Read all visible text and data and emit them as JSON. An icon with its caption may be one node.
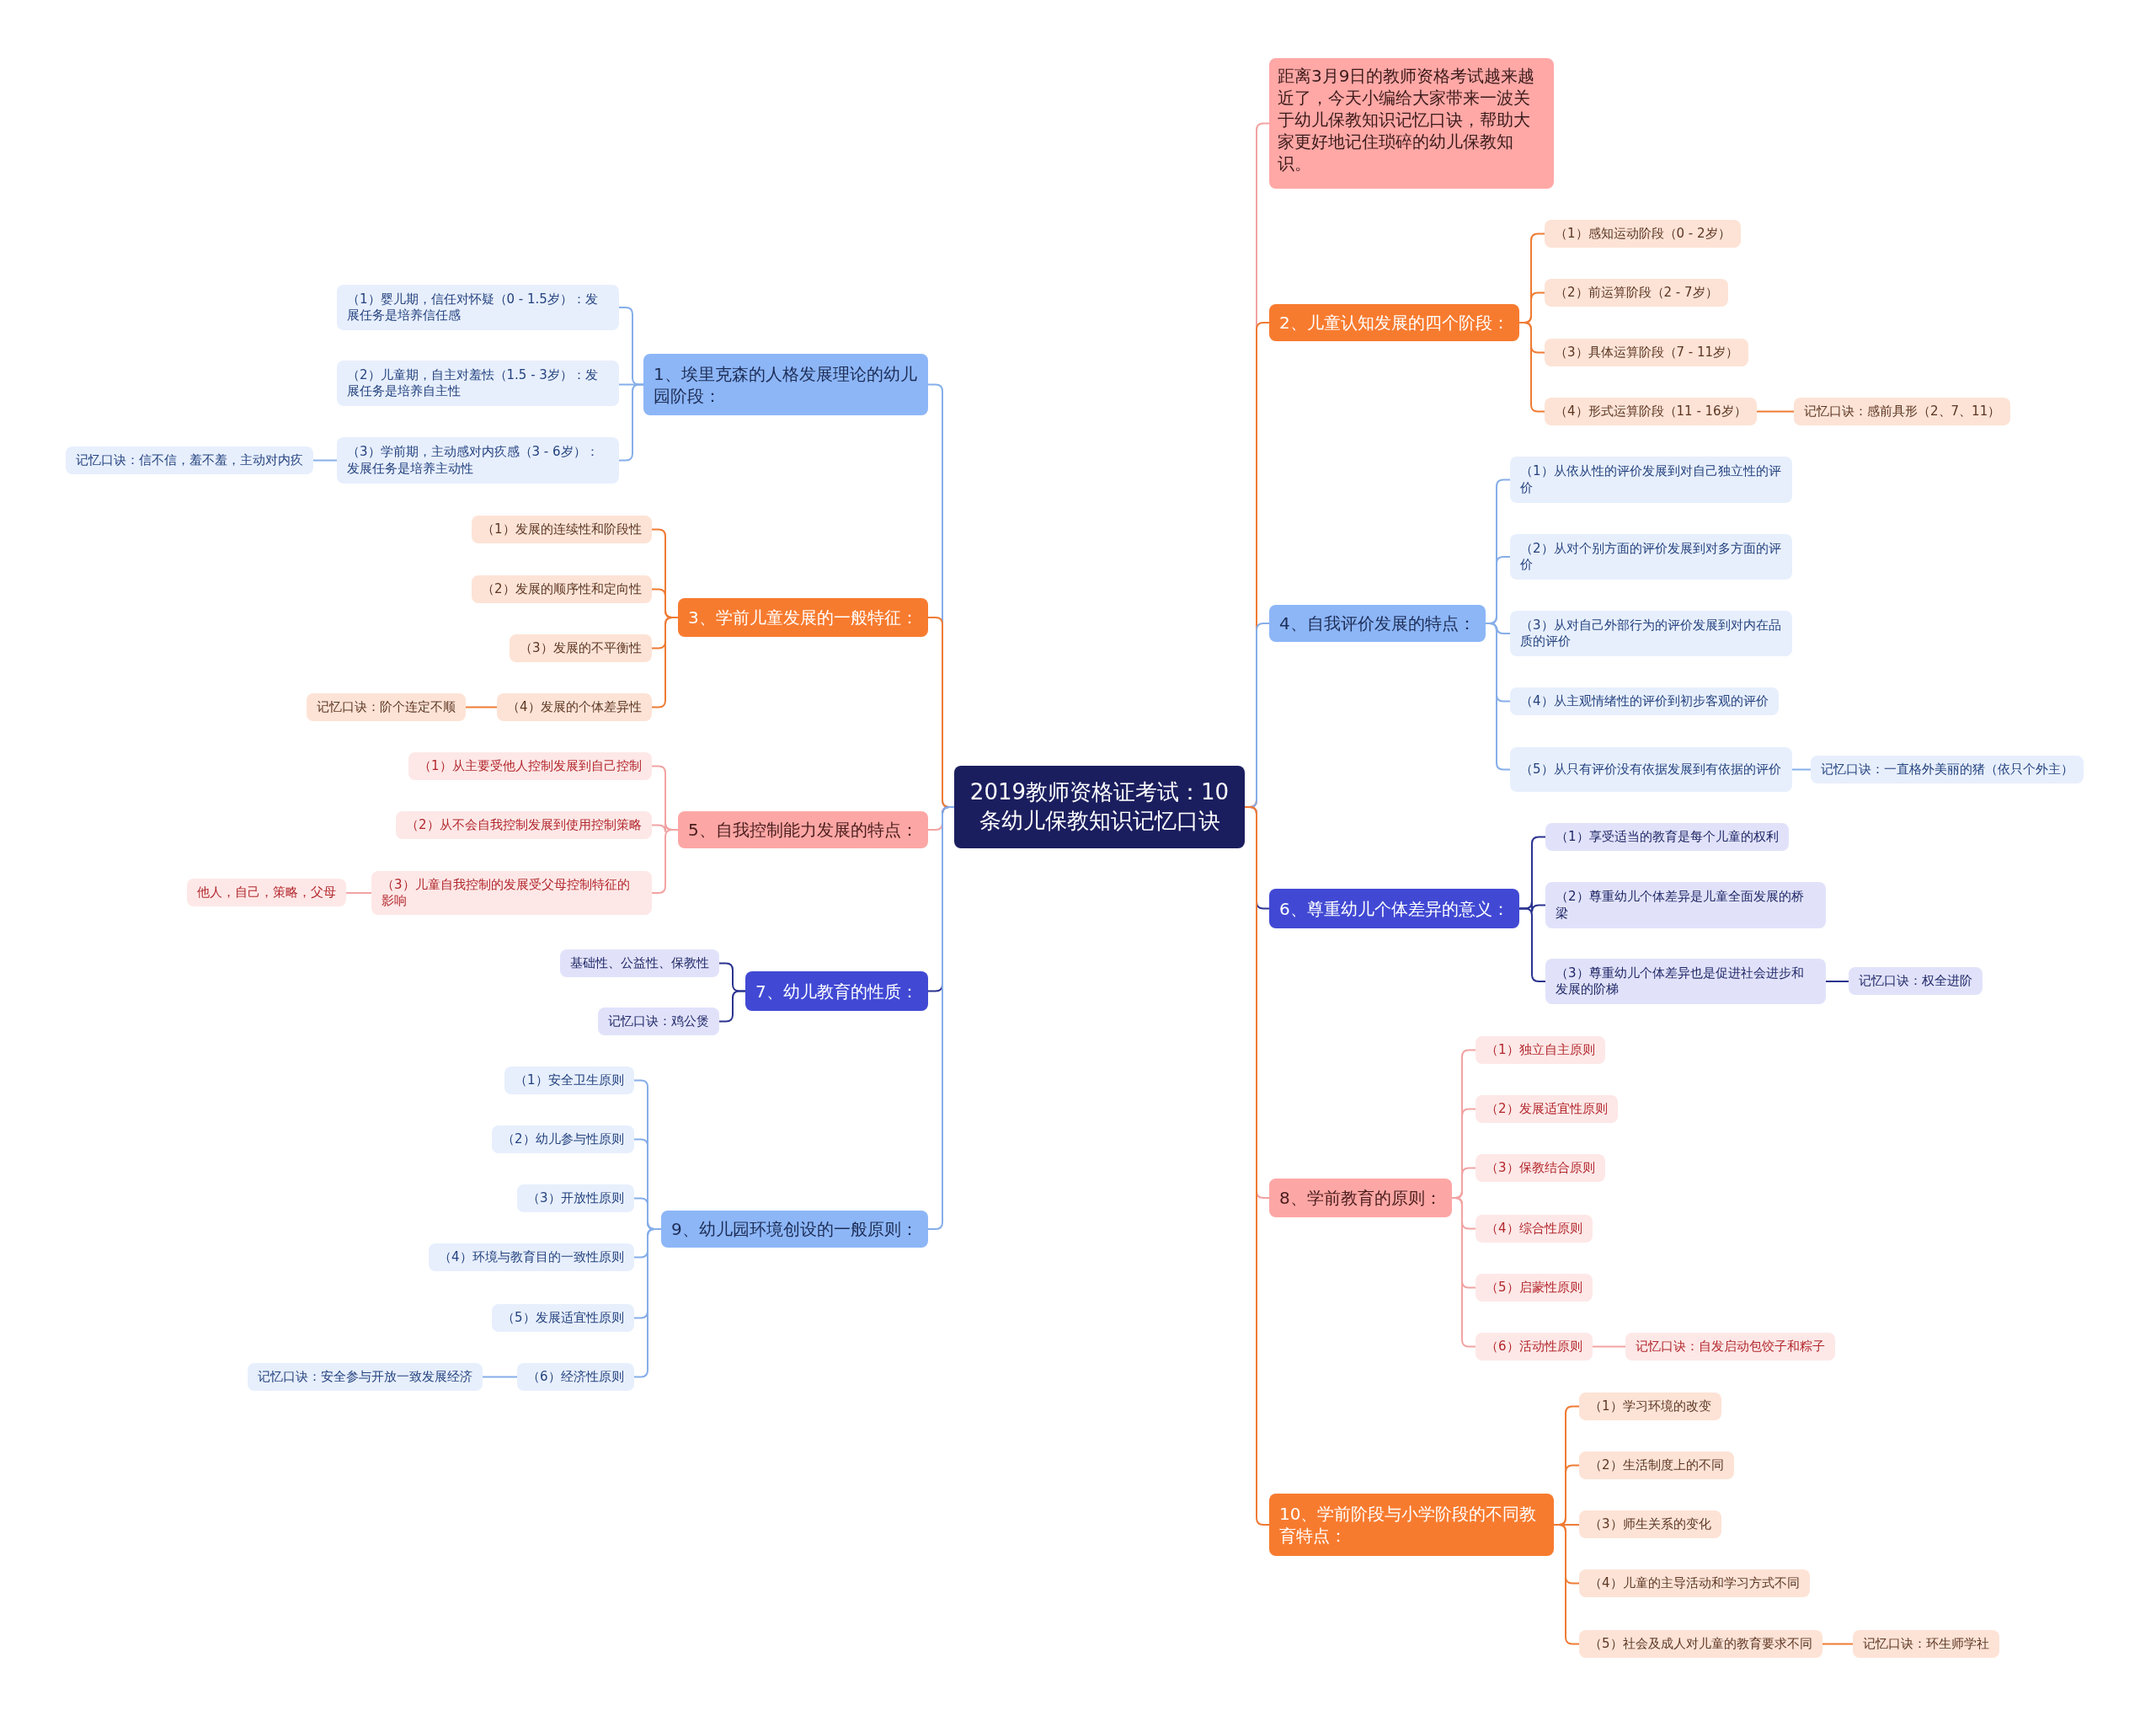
{
  "diagram": {
    "nodes": [
      {
        "text": [
          "2019教师资格证考试：10条幼儿保教知识记忆口诀"
        ]
      },
      {
        "text": [
          "距离3月9日的教师资格考试越来越近了，今天小编给大家带来一波关于幼儿保教知识记忆口诀，帮助大家更好地记住琐碎的幼儿保教知识。"
        ]
      },
      {
        "text": [
          "1、埃里克森的人格发展理论的幼儿园阶段："
        ]
      },
      {
        "text": [
          "（1）婴儿期，信任对怀疑（0 - 1.5岁）：发展任务是培养信任感"
        ]
      },
      {
        "text": [
          "（2）儿童期，自主对羞怯（1.5 - 3岁）：发展任务是培养自主性"
        ]
      },
      {
        "text": [
          "（3）学前期，主动感对内疚感（3 - 6岁）：发展任务是培养主动性"
        ]
      },
      {
        "text": [
          "记忆口诀：信不信，羞不羞，主动对内疚"
        ]
      },
      {
        "text": [
          "2、儿童认知发展的四个阶段："
        ]
      },
      {
        "text": [
          "（1）感知运动阶段（0 - 2岁）"
        ]
      },
      {
        "text": [
          "（2）前运算阶段（2 - 7岁）"
        ]
      },
      {
        "text": [
          "（3）具体运算阶段（7 - 11岁）"
        ]
      },
      {
        "text": [
          "（4）形式运算阶段（11 - 16岁）"
        ]
      },
      {
        "text": [
          "记忆口诀：感前具形（2、7、11）"
        ]
      },
      {
        "text": [
          "3、学前儿童发展的一般特征："
        ]
      },
      {
        "text": [
          "（1）发展的连续性和阶段性"
        ]
      },
      {
        "text": [
          "（2）发展的顺序性和定向性"
        ]
      },
      {
        "text": [
          "（3）发展的不平衡性"
        ]
      },
      {
        "text": [
          "（4）发展的个体差异性"
        ]
      },
      {
        "text": [
          "记忆口诀：阶个连定不顺"
        ]
      },
      {
        "text": [
          "4、自我评价发展的特点："
        ]
      },
      {
        "text": [
          "（1）从依从性的评价发展到对自己独立性的评价"
        ]
      },
      {
        "text": [
          "（2）从对个别方面的评价发展到对多方面的评价"
        ]
      },
      {
        "text": [
          "（3）从对自己外部行为的评价发展到对内在品质的评价"
        ]
      },
      {
        "text": [
          "（4）从主观情绪性的评价到初步客观的评价"
        ]
      },
      {
        "text": [
          "（5）从只有评价没有依据发展到有依据的评价"
        ]
      },
      {
        "text": [
          "记忆口诀：一直格外美丽的猪（依只个外主）"
        ]
      },
      {
        "text": [
          "5、自我控制能力发展的特点："
        ]
      },
      {
        "text": [
          "（1）从主要受他人控制发展到自己控制"
        ]
      },
      {
        "text": [
          "（2）从不会自我控制发展到使用控制策略"
        ]
      },
      {
        "text": [
          "（3）儿童自我控制的发展受父母控制特征的影响"
        ]
      },
      {
        "text": [
          "他人，自己，策略，父母"
        ]
      },
      {
        "text": [
          "6、尊重幼儿个体差异的意义："
        ]
      },
      {
        "text": [
          "（1）享受适当的教育是每个儿童的权利"
        ]
      },
      {
        "text": [
          "（2）尊重幼儿个体差异是儿童全面发展的桥梁"
        ]
      },
      {
        "text": [
          "（3）尊重幼儿个体差异也是促进社会进步和发展的阶梯"
        ]
      },
      {
        "text": [
          "记忆口诀：权全进阶"
        ]
      },
      {
        "text": [
          "7、幼儿教育的性质："
        ]
      },
      {
        "text": [
          "基础性、公益性、保教性"
        ]
      },
      {
        "text": [
          "记忆口诀：鸡公煲"
        ]
      },
      {
        "text": [
          "8、学前教育的原则："
        ]
      },
      {
        "text": [
          "（1）独立自主原则"
        ]
      },
      {
        "text": [
          "（2）发展适宜性原则"
        ]
      },
      {
        "text": [
          "（3）保教结合原则"
        ]
      },
      {
        "text": [
          "（4）综合性原则"
        ]
      },
      {
        "text": [
          "（5）启蒙性原则"
        ]
      },
      {
        "text": [
          "（6）活动性原则"
        ]
      },
      {
        "text": [
          "记忆口诀：自发启动包饺子和粽子"
        ]
      },
      {
        "text": [
          "9、幼儿园环境创设的一般原则："
        ]
      },
      {
        "text": [
          "（1）安全卫生原则"
        ]
      },
      {
        "text": [
          "（2）幼儿参与性原则"
        ]
      },
      {
        "text": [
          "（3）开放性原则"
        ]
      },
      {
        "text": [
          "（4）环境与教育目的一致性原则"
        ]
      },
      {
        "text": [
          "（5）发展适宜性原则"
        ]
      },
      {
        "text": [
          "（6）经济性原则"
        ]
      },
      {
        "text": [
          "记忆口诀：安全参与开放一致发展经济"
        ]
      },
      {
        "text": [
          "10、学前阶段与小学阶段的不同教育特点："
        ]
      },
      {
        "text": [
          "（1）学习环境的改变"
        ]
      },
      {
        "text": [
          "（2）生活制度上的不同"
        ]
      },
      {
        "text": [
          "（3）师生关系的变化"
        ]
      },
      {
        "text": [
          "（4）儿童的主导活动和学习方式不同"
        ]
      },
      {
        "text": [
          "（5）社会及成人对儿童的教育要求不同"
        ]
      },
      {
        "text": [
          "记忆口诀：环生师学社"
        ]
      }
    ],
    "edges": [
      {
        "from": 0,
        "to": 1,
        "arrow": "none",
        "color": "#f2a3a3"
      },
      {
        "from": 0,
        "to": 2,
        "arrow": "none",
        "color": "#86aee9"
      },
      {
        "from": 2,
        "to": 3,
        "arrow": "none",
        "color": "#86aee9"
      },
      {
        "from": 2,
        "to": 4,
        "arrow": "none",
        "color": "#86aee9"
      },
      {
        "from": 2,
        "to": 5,
        "arrow": "none",
        "color": "#86aee9"
      },
      {
        "from": 5,
        "to": 6,
        "arrow": "none",
        "color": "#86aee9"
      },
      {
        "from": 0,
        "to": 7,
        "arrow": "none",
        "color": "#ef7b34"
      },
      {
        "from": 7,
        "to": 8,
        "arrow": "none",
        "color": "#ef7b34"
      },
      {
        "from": 7,
        "to": 9,
        "arrow": "none",
        "color": "#ef7b34"
      },
      {
        "from": 7,
        "to": 10,
        "arrow": "none",
        "color": "#ef7b34"
      },
      {
        "from": 7,
        "to": 11,
        "arrow": "none",
        "color": "#ef7b34"
      },
      {
        "from": 11,
        "to": 12,
        "arrow": "none",
        "color": "#ef7b34"
      },
      {
        "from": 0,
        "to": 13,
        "arrow": "none",
        "color": "#ef7b34"
      },
      {
        "from": 13,
        "to": 14,
        "arrow": "none",
        "color": "#ef7b34"
      },
      {
        "from": 13,
        "to": 15,
        "arrow": "none",
        "color": "#ef7b34"
      },
      {
        "from": 13,
        "to": 16,
        "arrow": "none",
        "color": "#ef7b34"
      },
      {
        "from": 13,
        "to": 17,
        "arrow": "none",
        "color": "#ef7b34"
      },
      {
        "from": 17,
        "to": 18,
        "arrow": "none",
        "color": "#ef7b34"
      },
      {
        "from": 0,
        "to": 19,
        "arrow": "none",
        "color": "#86aee9"
      },
      {
        "from": 19,
        "to": 20,
        "arrow": "none",
        "color": "#86aee9"
      },
      {
        "from": 19,
        "to": 21,
        "arrow": "none",
        "color": "#86aee9"
      },
      {
        "from": 19,
        "to": 22,
        "arrow": "none",
        "color": "#86aee9"
      },
      {
        "from": 19,
        "to": 23,
        "arrow": "none",
        "color": "#86aee9"
      },
      {
        "from": 19,
        "to": 24,
        "arrow": "none",
        "color": "#86aee9"
      },
      {
        "from": 24,
        "to": 25,
        "arrow": "none",
        "color": "#86aee9"
      },
      {
        "from": 0,
        "to": 26,
        "arrow": "none",
        "color": "#f2a3a3"
      },
      {
        "from": 26,
        "to": 27,
        "arrow": "none",
        "color": "#f2a3a3"
      },
      {
        "from": 26,
        "to": 28,
        "arrow": "none",
        "color": "#f2a3a3"
      },
      {
        "from": 26,
        "to": 29,
        "arrow": "none",
        "color": "#f2a3a3"
      },
      {
        "from": 29,
        "to": 30,
        "arrow": "none",
        "color": "#f2a3a3"
      },
      {
        "from": 0,
        "to": 31,
        "arrow": "none",
        "color": "#2b338f"
      },
      {
        "from": 31,
        "to": 32,
        "arrow": "none",
        "color": "#2b338f"
      },
      {
        "from": 31,
        "to": 33,
        "arrow": "none",
        "color": "#2b338f"
      },
      {
        "from": 31,
        "to": 34,
        "arrow": "none",
        "color": "#2b338f"
      },
      {
        "from": 34,
        "to": 35,
        "arrow": "none",
        "color": "#2b338f"
      },
      {
        "from": 0,
        "to": 36,
        "arrow": "none",
        "color": "#2b338f"
      },
      {
        "from": 36,
        "to": 37,
        "arrow": "none",
        "color": "#2b338f"
      },
      {
        "from": 36,
        "to": 38,
        "arrow": "none",
        "color": "#2b338f"
      },
      {
        "from": 0,
        "to": 39,
        "arrow": "none",
        "color": "#f2a3a3"
      },
      {
        "from": 39,
        "to": 40,
        "arrow": "none",
        "color": "#f2a3a3"
      },
      {
        "from": 39,
        "to": 41,
        "arrow": "none",
        "color": "#f2a3a3"
      },
      {
        "from": 39,
        "to": 42,
        "arrow": "none",
        "color": "#f2a3a3"
      },
      {
        "from": 39,
        "to": 43,
        "arrow": "none",
        "color": "#f2a3a3"
      },
      {
        "from": 39,
        "to": 44,
        "arrow": "none",
        "color": "#f2a3a3"
      },
      {
        "from": 39,
        "to": 45,
        "arrow": "none",
        "color": "#f2a3a3"
      },
      {
        "from": 45,
        "to": 46,
        "arrow": "none",
        "color": "#f2a3a3"
      },
      {
        "from": 0,
        "to": 47,
        "arrow": "none",
        "color": "#86aee9"
      },
      {
        "from": 47,
        "to": 48,
        "arrow": "none",
        "color": "#86aee9"
      },
      {
        "from": 47,
        "to": 49,
        "arrow": "none",
        "color": "#86aee9"
      },
      {
        "from": 47,
        "to": 50,
        "arrow": "none",
        "color": "#86aee9"
      },
      {
        "from": 47,
        "to": 51,
        "arrow": "none",
        "color": "#86aee9"
      },
      {
        "from": 47,
        "to": 52,
        "arrow": "none",
        "color": "#86aee9"
      },
      {
        "from": 47,
        "to": 53,
        "arrow": "none",
        "color": "#86aee9"
      },
      {
        "from": 53,
        "to": 54,
        "arrow": "none",
        "color": "#86aee9"
      },
      {
        "from": 0,
        "to": 55,
        "arrow": "none",
        "color": "#ef7b34"
      },
      {
        "from": 55,
        "to": 56,
        "arrow": "none",
        "color": "#ef7b34"
      },
      {
        "from": 55,
        "to": 57,
        "arrow": "none",
        "color": "#ef7b34"
      },
      {
        "from": 55,
        "to": 58,
        "arrow": "none",
        "color": "#ef7b34"
      },
      {
        "from": 55,
        "to": 59,
        "arrow": "none",
        "color": "#ef7b34"
      },
      {
        "from": 55,
        "to": 60,
        "arrow": "none",
        "color": "#ef7b34"
      },
      {
        "from": 60,
        "to": 61,
        "arrow": "none",
        "color": "#ef7b34"
      }
    ]
  }
}
